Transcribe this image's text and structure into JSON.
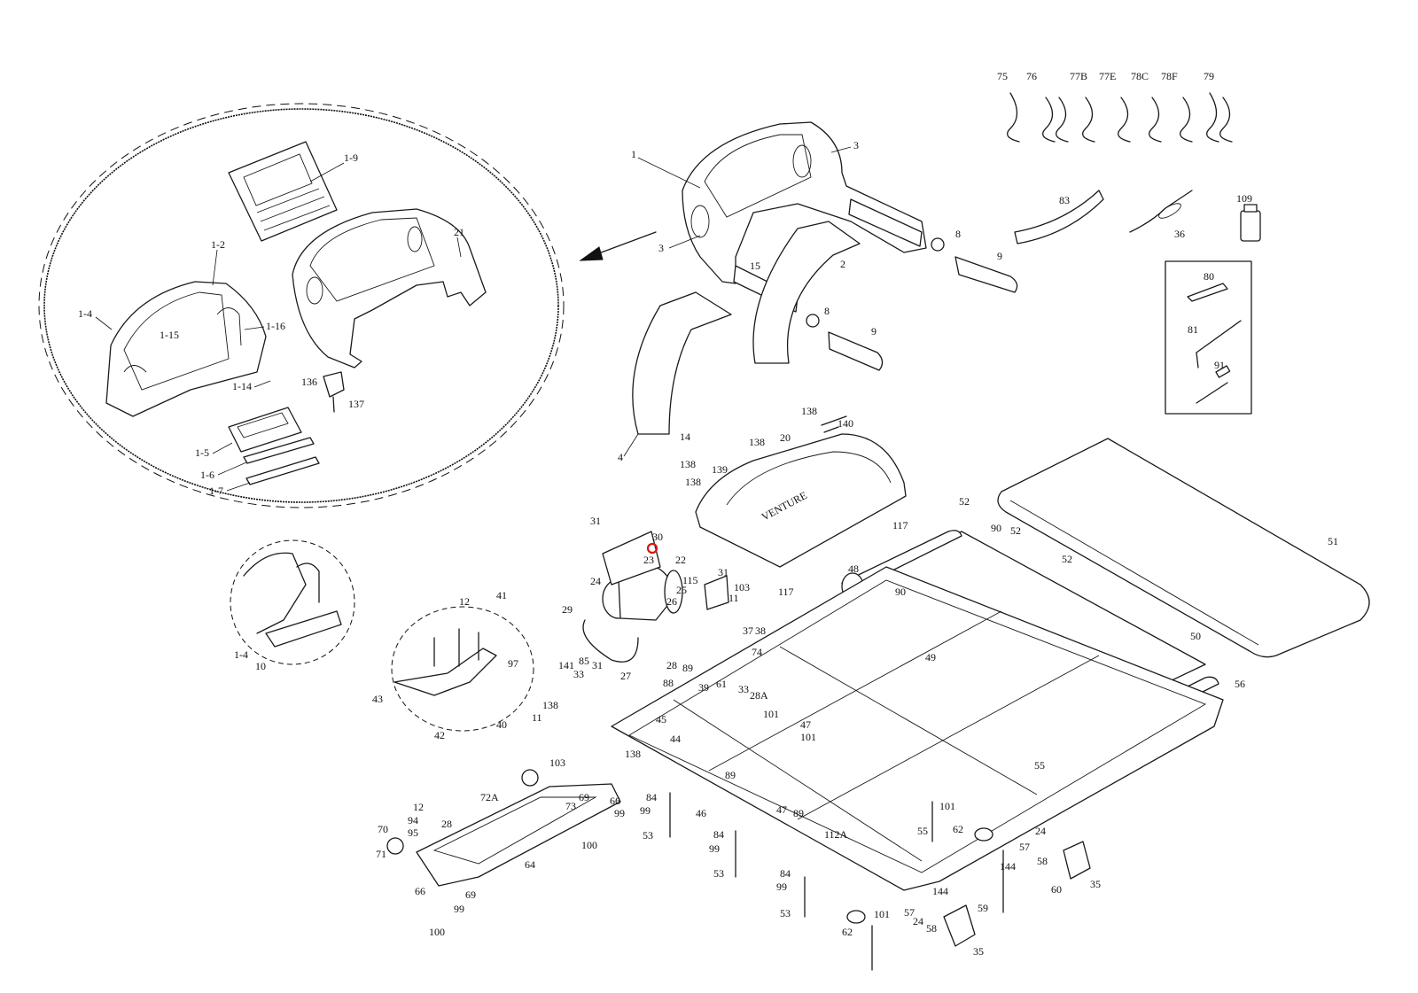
{
  "figure": {
    "main_labels": [
      "1",
      "3",
      "3",
      "2",
      "15",
      "8",
      "9",
      "8",
      "9",
      "14",
      "4",
      "20",
      "138",
      "140",
      "138",
      "139",
      "138",
      "138",
      "117",
      "117",
      "83",
      "36",
      "109",
      "80",
      "81",
      "91",
      "75",
      "76",
      "77B",
      "77E",
      "78C",
      "78F",
      "79",
      "52",
      "90",
      "52",
      "52",
      "51",
      "48",
      "90",
      "49",
      "50",
      "56",
      "55",
      "55",
      "31",
      "30",
      "23",
      "22",
      "24",
      "25",
      "29",
      "115",
      "31",
      "103",
      "11",
      "26",
      "37",
      "38",
      "74",
      "27",
      "28",
      "88",
      "89",
      "39",
      "61",
      "33",
      "28A",
      "101",
      "47",
      "101",
      "141",
      "85",
      "31",
      "33",
      "138",
      "11",
      "103",
      "45",
      "44",
      "138",
      "84",
      "99",
      "53",
      "89",
      "46",
      "47",
      "89",
      "84",
      "99",
      "53",
      "112A",
      "84",
      "99",
      "53",
      "62",
      "101",
      "57",
      "24",
      "58",
      "144",
      "144",
      "59",
      "35",
      "62",
      "24",
      "57",
      "58",
      "60",
      "35",
      "101",
      "72A",
      "12",
      "94",
      "95",
      "28",
      "70",
      "71",
      "73",
      "69",
      "66",
      "99",
      "100",
      "64",
      "66",
      "69",
      "99",
      "100",
      "12",
      "41",
      "97",
      "43",
      "42",
      "40",
      "10",
      "1-4"
    ],
    "inset_console_labels": [
      "1-9",
      "21",
      "1-2",
      "1-4",
      "1-16",
      "1-15",
      "1-14",
      "136",
      "137",
      "1-5",
      "1-6",
      "1-7"
    ],
    "inset_bracket_labels": [
      "1-4",
      "10"
    ],
    "inset_hardware_labels": [
      "12",
      "41",
      "97",
      "43",
      "42",
      "40"
    ],
    "brand_text": "VENTURE",
    "highlight_marker": "callout-30"
  }
}
